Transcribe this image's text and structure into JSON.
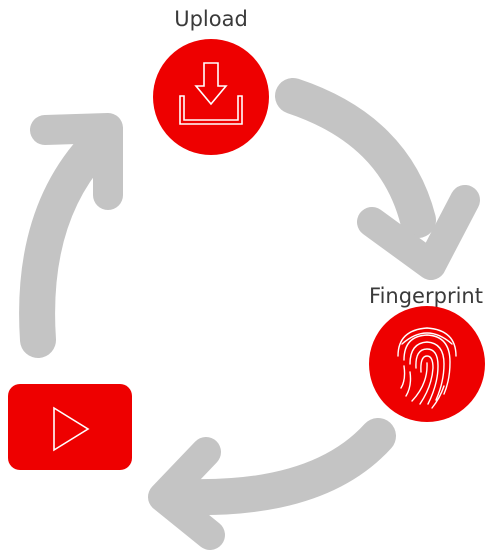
{
  "diagram": {
    "nodes": {
      "upload": {
        "label": "Upload",
        "icon": "upload-tray-icon"
      },
      "fingerprint": {
        "label": "Fingerprint",
        "icon": "fingerprint-icon"
      },
      "video": {
        "label": "",
        "icon": "play-icon"
      }
    },
    "cycle_order": [
      "upload",
      "fingerprint",
      "video"
    ],
    "colors": {
      "node_red": "#ee0000",
      "arrow_gray": "#c4c4c4",
      "icon_line": "#ffffff",
      "label_text": "#3a3a3a"
    }
  }
}
